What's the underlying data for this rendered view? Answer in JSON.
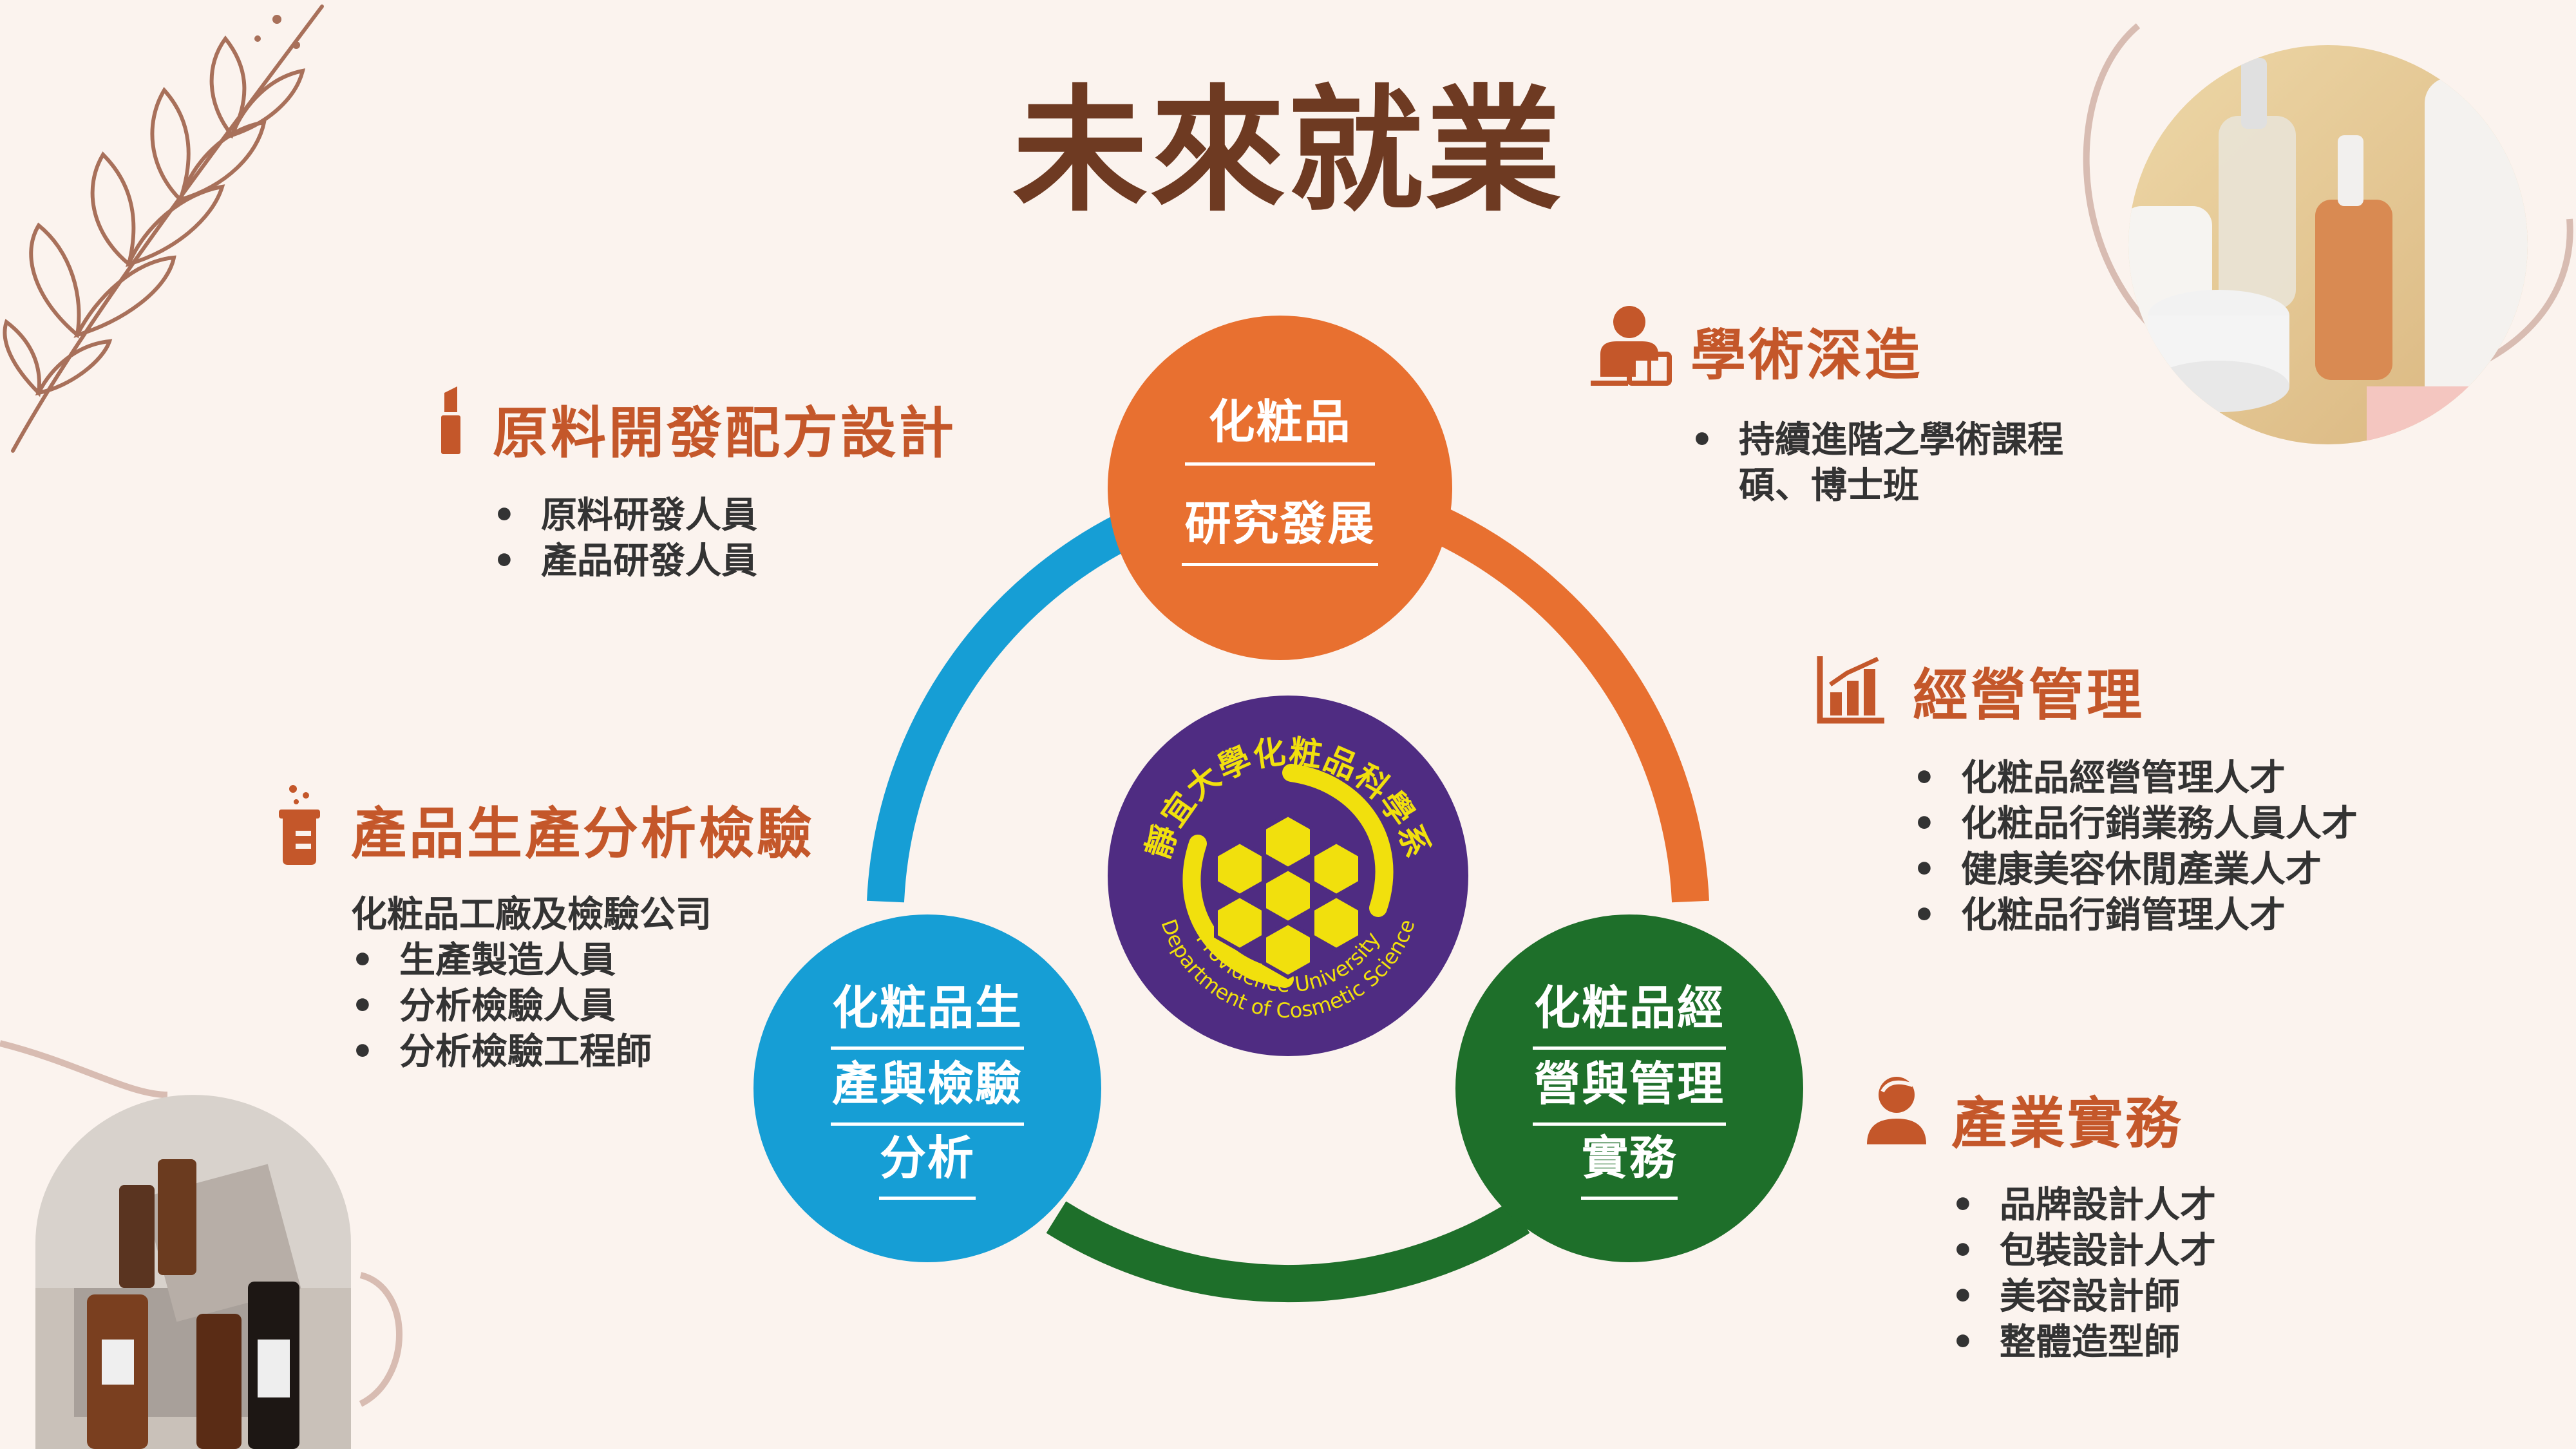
{
  "title": "未來就業",
  "colors": {
    "orange": "#e87030",
    "blue": "#169ed5",
    "green": "#1e6f2a",
    "accent": "#c4572a",
    "title": "#6e3a22",
    "logo_bg": "#4f2c82",
    "logo_gold": "#f1e00d"
  },
  "center_logo": {
    "arc_text": "靜宜大學化粧品科學系",
    "english_line1": "Providence University",
    "english_line2": "Department of Cosmetic Science"
  },
  "circles": {
    "top": {
      "lines": [
        "化粧品",
        "研究發展"
      ]
    },
    "left": {
      "lines": [
        "化粧品生",
        "產與檢驗",
        "分析"
      ]
    },
    "right": {
      "lines": [
        "化粧品經",
        "營與管理",
        "實務"
      ]
    }
  },
  "sections": {
    "formula": {
      "icon": "lipstick-icon",
      "heading": "原料開發配方設計",
      "items": [
        "原料研發人員",
        "產品研發人員"
      ]
    },
    "production": {
      "icon": "beaker-icon",
      "heading": "產品生產分析檢驗",
      "intro": "化粧品工廠及檢驗公司",
      "items": [
        "生產製造人員",
        "分析檢驗人員",
        "分析檢驗工程師"
      ]
    },
    "academic": {
      "icon": "student-icon",
      "heading": "學術深造",
      "items": [
        "持續進階之學術課程"
      ],
      "continuation": "碩、博士班"
    },
    "management": {
      "icon": "bar-chart-icon",
      "heading": "經營管理",
      "items": [
        "化粧品經營管理人才",
        "化粧品行銷業務人員人才",
        "健康美容休閒產業人才",
        "化粧品行銷管理人才"
      ]
    },
    "industry": {
      "icon": "person-icon",
      "heading": "產業實務",
      "items": [
        "品牌設計人才",
        "包裝設計人才",
        "美容設計師",
        "整體造型師"
      ]
    }
  }
}
